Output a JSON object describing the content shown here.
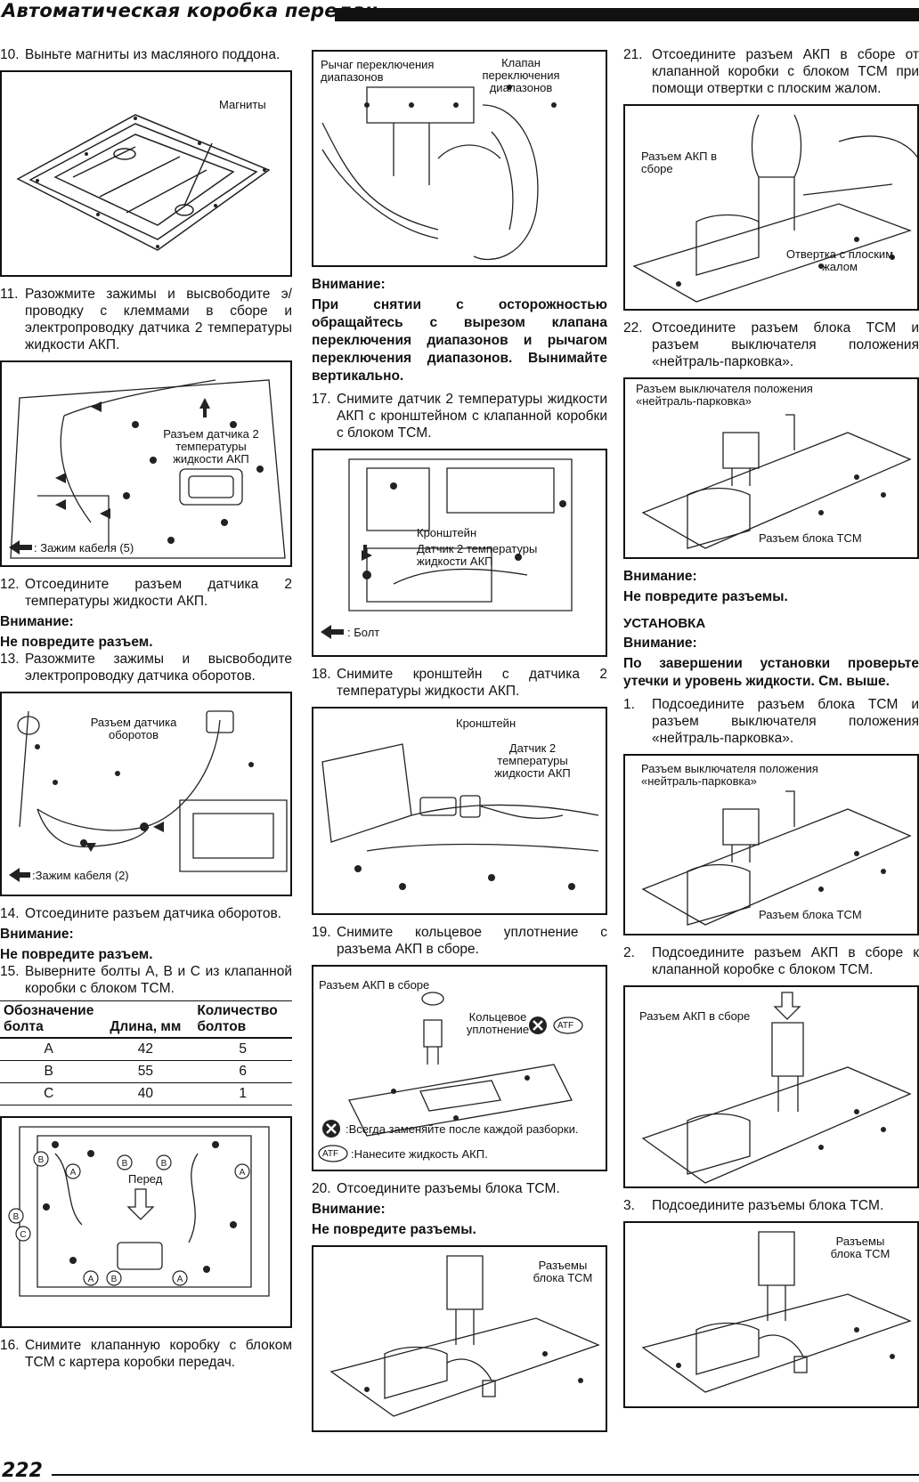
{
  "header": {
    "title": "Автоматическая коробка передач"
  },
  "page_number": "222",
  "col1": {
    "s10": {
      "num": "10.",
      "text": "Выньте магниты из масляного поддона."
    },
    "fig_magnets": {
      "label": "Магниты"
    },
    "s11": {
      "num": "11.",
      "text": "Разожмите зажимы и высвободите э/проводку с клеммами в сборе и электропроводку датчика 2 температуры жидкости АКП."
    },
    "fig_temp": {
      "label": "Разъем датчика 2 температуры жидкости АКП",
      "legend": ": Зажим кабеля (5)"
    },
    "s12": {
      "num": "12.",
      "text": "Отсоедините разъем датчика 2 температуры жидкости АКП."
    },
    "att1": "Внимание:",
    "att1b": "Не повредите разъем.",
    "s13": {
      "num": "13.",
      "text": "Разожмите зажимы и высвободите электропроводку датчика оборотов."
    },
    "fig_speed": {
      "label": "Разъем датчика оборотов",
      "legend": ":Зажим кабеля (2)"
    },
    "s14": {
      "num": "14.",
      "text": "Отсоедините разъем датчика оборотов."
    },
    "att2": "Внимание:",
    "att2b": "Не повредите разъем.",
    "s15": {
      "num": "15.",
      "text": "Выверните болты A, B и C из клапанной коробки с блоком TCM."
    },
    "table": {
      "headers": [
        "Обозначение болта",
        "Длина, мм",
        "Количество болтов"
      ],
      "rows": [
        [
          "A",
          "42",
          "5"
        ],
        [
          "B",
          "55",
          "6"
        ],
        [
          "C",
          "40",
          "1"
        ]
      ]
    },
    "fig_valve": {
      "label": "Перед"
    },
    "s16": {
      "num": "16.",
      "text": "Снимите клапанную коробку с блоком TCM с картера коробки передач."
    }
  },
  "col2": {
    "fig_lever": {
      "label1": "Рычаг переключения диапазонов",
      "label2": "Клапан переключения диапазонов"
    },
    "att1": "Внимание:",
    "att1b": "При снятии с осторожностью обращайтесь с вырезом клапана переключения диапазонов и рычагом переключения диапазонов. Вынимайте вертикально.",
    "s17": {
      "num": "17.",
      "text": "Снимите датчик 2 температуры жидкости АКП с кронштейном с клапанной коробки с блоком TCM."
    },
    "fig_bracket": {
      "label1": "Кронштейн",
      "label2": "Датчик 2 температуры жидкости АКП",
      "legend": ": Болт"
    },
    "s18": {
      "num": "18.",
      "text": "Снимите кронштейн с датчика 2 температуры жидкости АКП."
    },
    "fig_bracket2": {
      "label1": "Кронштейн",
      "label2": "Датчик 2 температуры жидкости АКП"
    },
    "s19": {
      "num": "19.",
      "text": "Снимите кольцевое уплотнение с разъема АКП в сборе."
    },
    "fig_oring": {
      "label1": "Разъем АКП в сборе",
      "label2": "Кольцевое уплотнение",
      "atf": "ATF",
      "legend1": ":Всегда заменяйте после каждой разборки.",
      "legend2": ":Нанесите жидкость АКП."
    },
    "s20": {
      "num": "20.",
      "text": "Отсоедините разъемы блока TCM."
    },
    "att2": "Внимание:",
    "att2b": "Не повредите разъемы.",
    "fig_tcm": {
      "label": "Разъемы блока TCM"
    }
  },
  "col3": {
    "s21": {
      "num": "21.",
      "text": "Отсоедините разъем АКП в сборе от клапанной коробки с блоком TCM при помощи отвертки с плоским жалом."
    },
    "fig_screw": {
      "label1": "Разъем АКП в сборе",
      "label2": "Отвертка с плоским жалом"
    },
    "s22": {
      "num": "22.",
      "text": "Отсоедините разъем блока TCM и разъем выключателя положения «нейтраль-парковка»."
    },
    "fig_np": {
      "label1": "Разъем выключателя положения «нейтраль-парковка»",
      "label2": "Разъем блока TCM"
    },
    "att1": "Внимание:",
    "att1b": "Не повредите разъемы.",
    "install": "УСТАНОВКА",
    "att2": "Внимание:",
    "att2b": "По завершении установки проверьте утечки и уровень жидкости. См. выше.",
    "s1": {
      "num": "1.",
      "text": "Подсоедините разъем блока TCM и разъем выключателя положения «нейтраль-парковка»."
    },
    "fig_np2": {
      "label1": "Разъем выключателя положения «нейтраль-парковка»",
      "label2": "Разъем блока TCM"
    },
    "s2": {
      "num": "2.",
      "text": "Подсоедините разъем АКП в сборе к клапанной коробке с блоком TCM."
    },
    "fig_conn": {
      "label": "Разъем АКП в сборе"
    },
    "s3": {
      "num": "3.",
      "text": "Подсоедините разъемы блока TCM."
    },
    "fig_tcm2": {
      "label": "Разъемы блока TCM"
    }
  }
}
